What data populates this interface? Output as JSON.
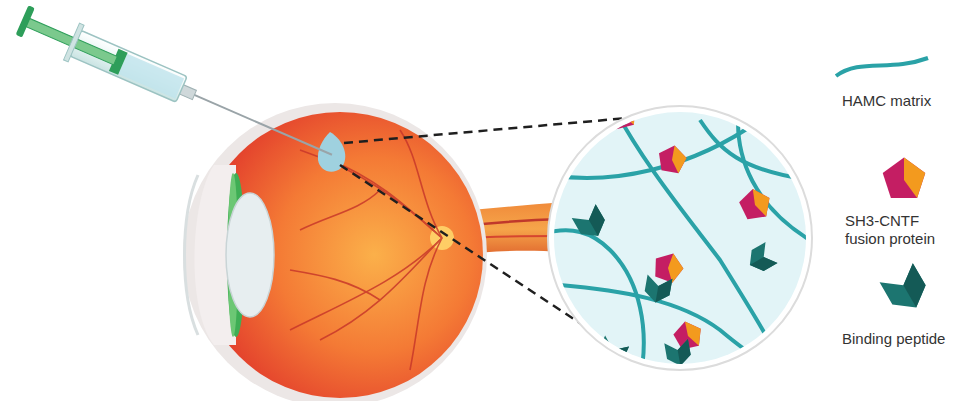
{
  "diagram": {
    "legend": [
      {
        "text": "HAMC matrix"
      },
      {
        "text": "SH3-CNTF fusion protein"
      },
      {
        "text": "Binding peptide"
      }
    ]
  }
}
